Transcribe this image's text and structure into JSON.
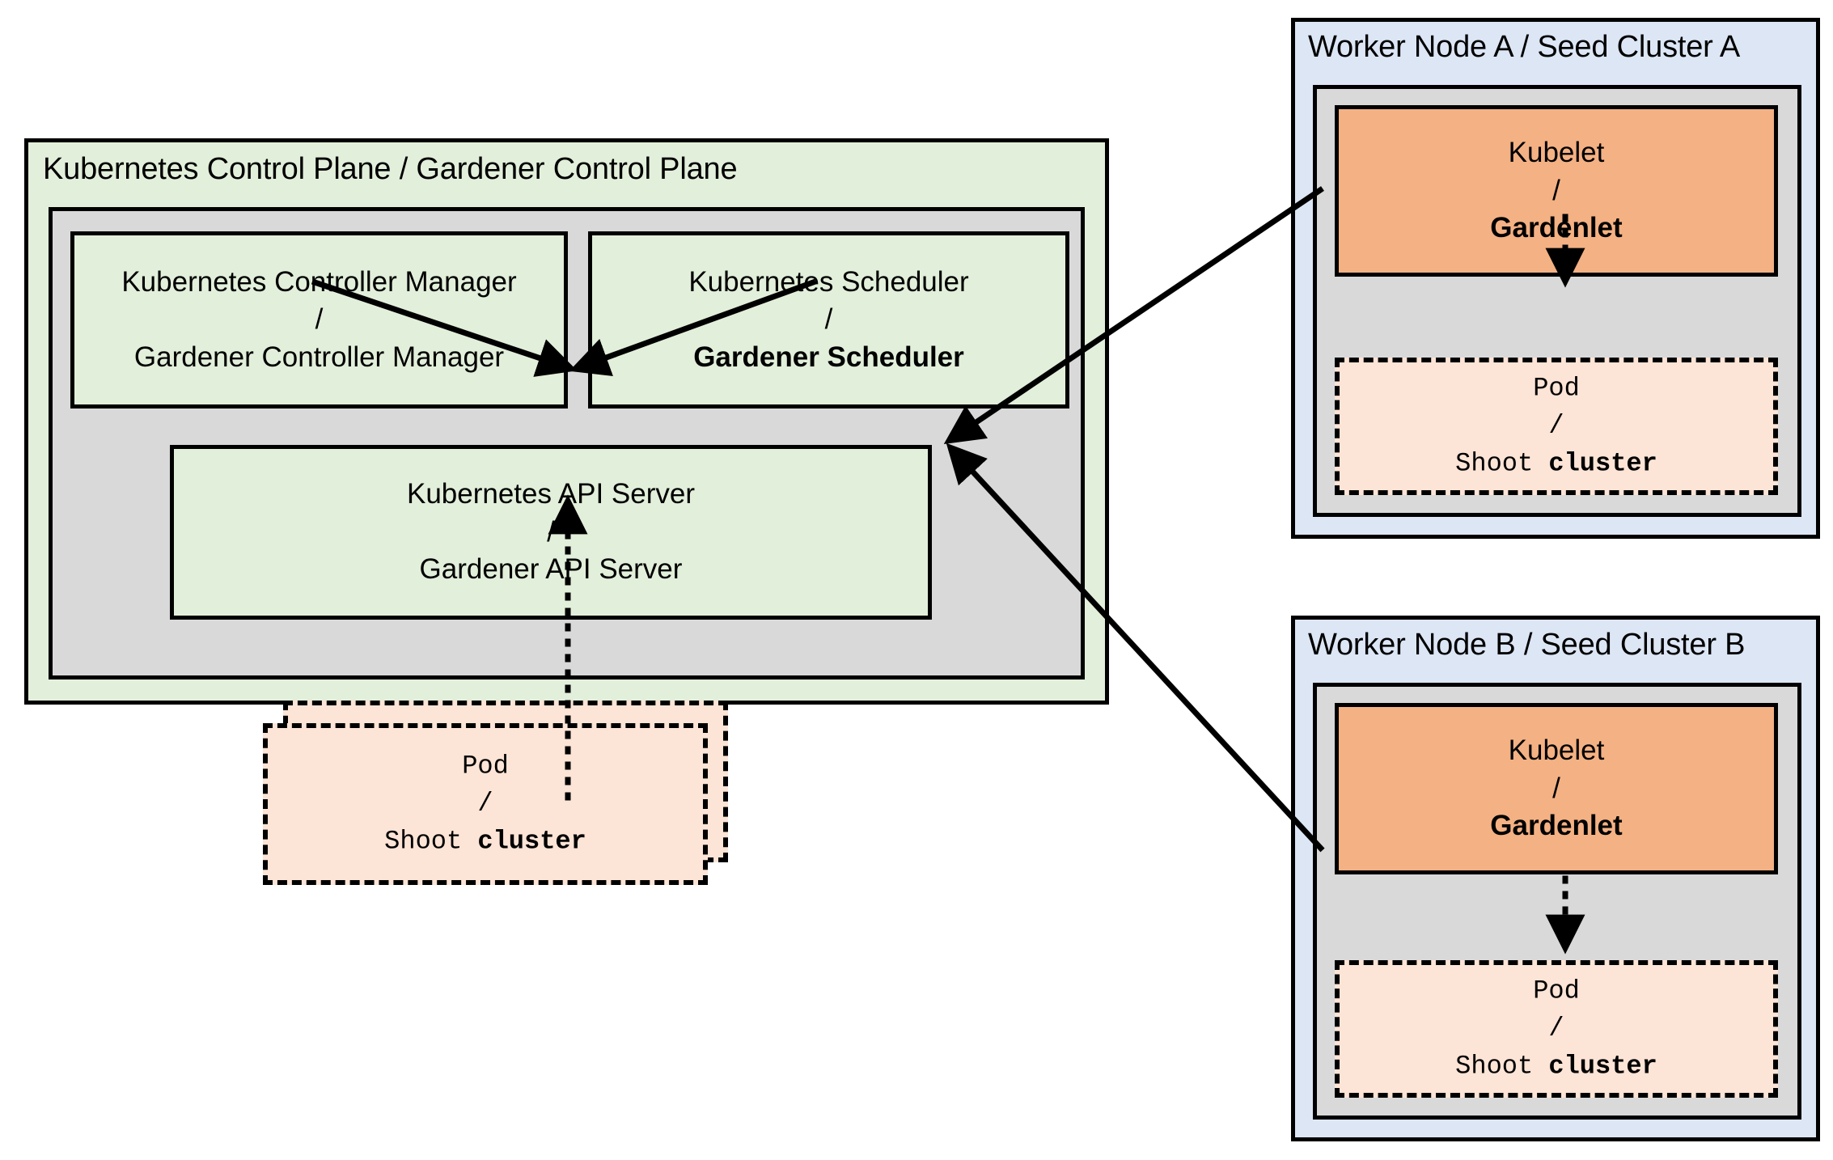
{
  "diagram": {
    "title": "Gardener architecture: Kubernetes Control Plane and Seed Clusters",
    "type": "architecture-diagram"
  },
  "control_plane": {
    "title": "Kubernetes Control Plane / Gardener Control Plane",
    "boxes": {
      "controller_manager": {
        "line1": "Kubernetes Controller Manager",
        "separator": "/",
        "line2": "Gardener Controller Manager"
      },
      "scheduler": {
        "line1": "Kubernetes Scheduler",
        "separator": "/",
        "line2": "Gardener Scheduler"
      },
      "api_server": {
        "line1": "Kubernetes API Server",
        "separator": "/",
        "line2": "Gardener API Server"
      },
      "pod": {
        "line1": "Pod",
        "separator": "/",
        "line2_plain": "Shoot ",
        "line2_bold": "cluster"
      }
    }
  },
  "worker_nodes": [
    {
      "title": "Worker Node A / Seed Cluster A",
      "kubelet": {
        "line1": "Kubelet",
        "separator": "/",
        "line2": "Gardenlet"
      },
      "pod": {
        "line1": "Pod",
        "separator": "/",
        "line2_plain": "Shoot ",
        "line2_bold": "cluster"
      }
    },
    {
      "title": "Worker Node B / Seed Cluster B",
      "kubelet": {
        "line1": "Kubelet",
        "separator": "/",
        "line2": "Gardenlet"
      },
      "pod": {
        "line1": "Pod",
        "separator": "/",
        "line2_plain": "Shoot ",
        "line2_bold": "cluster"
      }
    }
  ],
  "colors": {
    "green_fill": "#e2efda",
    "gray_fill": "#d9d9d9",
    "blue_fill": "#dce6f5",
    "orange_fill": "#f4b183",
    "peach_fill": "#fce4d6",
    "stroke": "#000000"
  }
}
